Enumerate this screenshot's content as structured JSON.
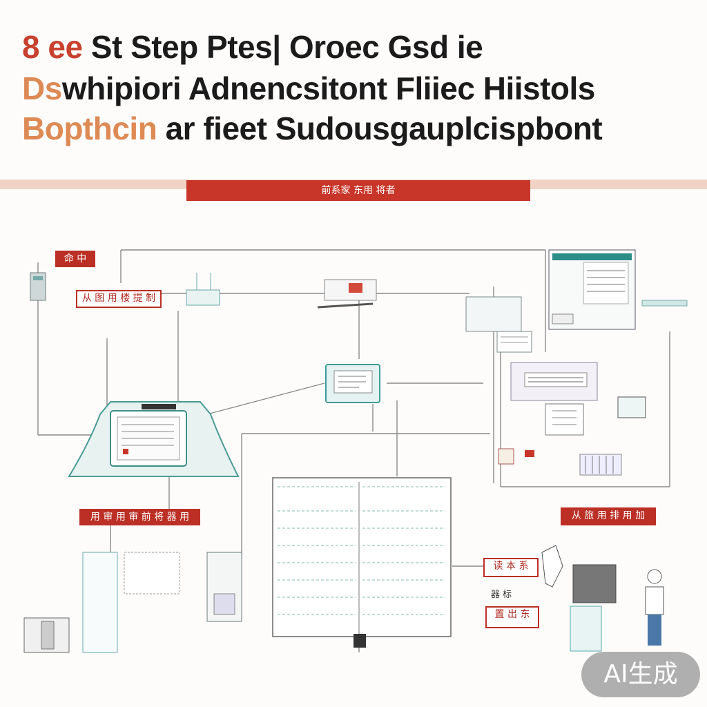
{
  "title": {
    "line1_accent": "8 ee",
    "line1_rest": " St Step  Ptes| Oroec Gsd ie",
    "line2_accent": "Ds",
    "line2_rest": "whipiori Adnencsitont Fliiec Hiistols",
    "line3_accent": "Bopthcin",
    "line3_rest": " ar fieet Sudousgauplcispbont"
  },
  "banner": {
    "text": "前系家 东用 将者"
  },
  "labels": {
    "top_left": "命 中 ",
    "upper_left_outline": "从 图 用 楼 提 制",
    "middle_left": "用 审 用 审 前 将 器 用",
    "right_middle": "从 旅 用 排 用 加",
    "bottom_right_outline": "读 本 系",
    "small_plain": "器 标",
    "bottom_right_small": "置 出 东"
  },
  "colors": {
    "accent_red": "#c8362a",
    "line_teal": "#5aa6a6",
    "line_gray": "#8a8a8a"
  },
  "watermark": {
    "text": "AI生成"
  }
}
